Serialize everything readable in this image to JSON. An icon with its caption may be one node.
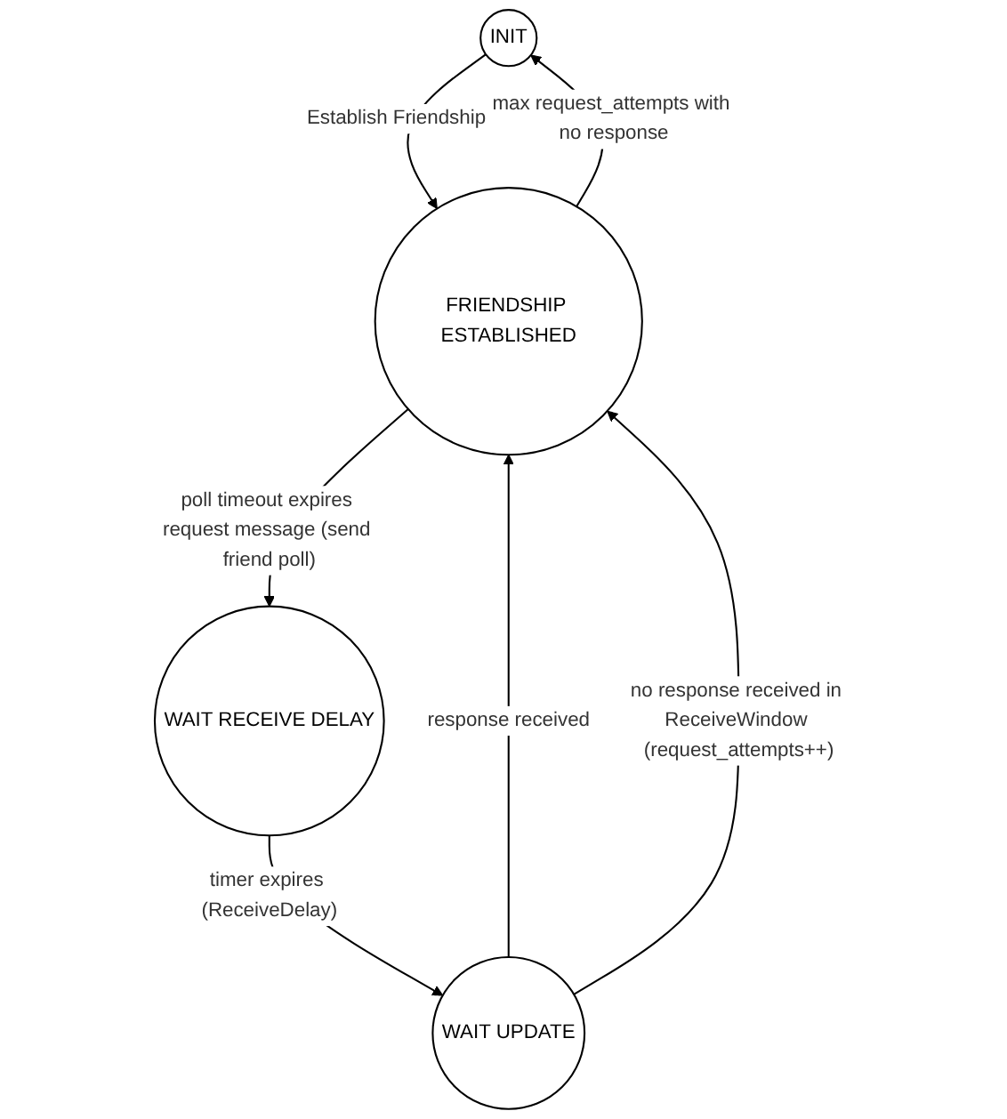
{
  "diagram": {
    "nodes": [
      {
        "text": [
          "INIT"
        ]
      },
      {
        "text": [
          "FRIENDSHIP ESTABLISHED"
        ]
      },
      {
        "text": [
          "WAIT RECEIVE DELAY"
        ]
      },
      {
        "text": [
          "WAIT UPDATE"
        ]
      }
    ],
    "edges": [
      {
        "from": 0,
        "to": 1,
        "arrow": "to",
        "label": "Establish Friendship"
      },
      {
        "from": 1,
        "to": 0,
        "arrow": "to",
        "label": "max request_attempts with no response"
      },
      {
        "from": 1,
        "to": 2,
        "arrow": "to",
        "label": "poll timeout expires request message (send friend poll)"
      },
      {
        "from": 2,
        "to": 3,
        "arrow": "to",
        "label": "timer expires (ReceiveDelay)"
      },
      {
        "from": 3,
        "to": 1,
        "arrow": "to",
        "label": "response received"
      },
      {
        "from": 3,
        "to": 1,
        "arrow": "to",
        "label": "no response received in ReceiveWindow (request_attempts++)"
      }
    ]
  }
}
